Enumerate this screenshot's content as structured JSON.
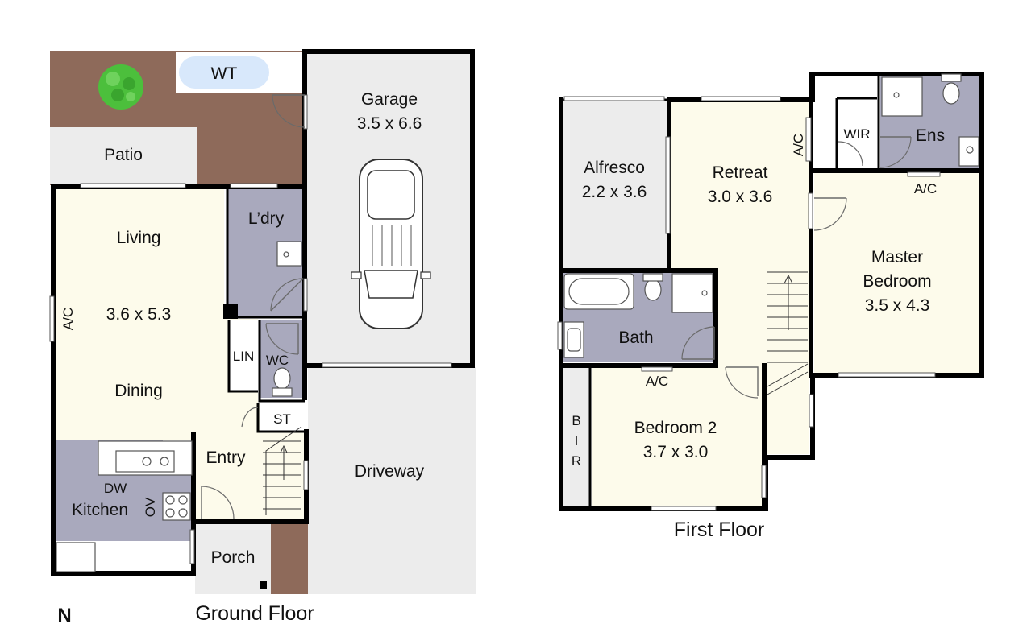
{
  "colors": {
    "living": "#fdfbeb",
    "wet": "#a9a9bd",
    "outdoor": "#ececec",
    "soil": "#8e6a5a",
    "tank": "#d8e8fb",
    "tree": "#4cbf3c",
    "wall": "#000000"
  },
  "ground_floor": {
    "title": "Ground Floor",
    "north": "N",
    "wt": "WT",
    "patio": "Patio",
    "garage_name": "Garage",
    "garage_size": "3.5 x 6.6",
    "living": "Living",
    "living_size": "3.6 x 5.3",
    "dining": "Dining",
    "ac": "A/C",
    "laundry": "L’dry",
    "lin": "LIN",
    "wc": "WC",
    "st": "ST",
    "entry": "Entry",
    "kitchen": "Kitchen",
    "dw": "DW",
    "ov": "OV",
    "driveway": "Driveway",
    "porch": "Porch"
  },
  "first_floor": {
    "title": "First Floor",
    "alfresco": "Alfresco",
    "alfresco_size": "2.2 x 3.6",
    "retreat": "Retreat",
    "retreat_size": "3.0 x 3.6",
    "retreat_ac": "A/C",
    "wir": "WIR",
    "ens": "Ens",
    "master_ac": "A/C",
    "master_1": "Master",
    "master_2": "Bedroom",
    "master_size": "3.5 x 4.3",
    "bath": "Bath",
    "bed2_ac": "A/C",
    "bed2": "Bedroom 2",
    "bed2_size": "3.7 x 3.0",
    "bir_1": "B",
    "bir_2": "I",
    "bir_3": "R"
  }
}
